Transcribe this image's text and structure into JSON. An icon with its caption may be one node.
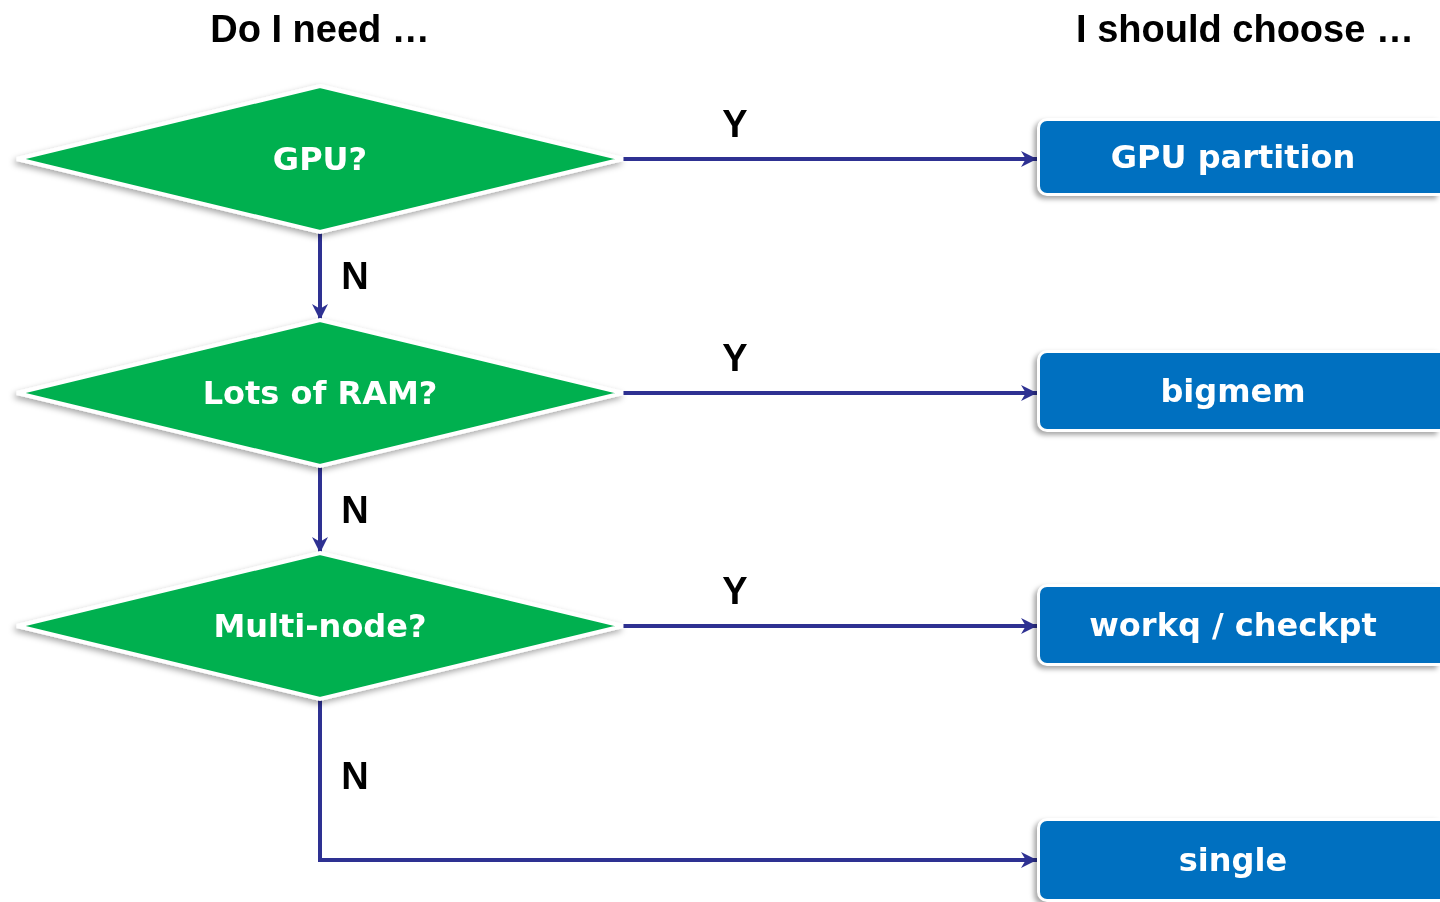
{
  "diagram": {
    "nodes": [
      {
        "text": [
          "GPU?"
        ]
      },
      {
        "text": [
          "Lots of RAM?"
        ]
      },
      {
        "text": [
          "Multi-node?"
        ]
      },
      {
        "text": [
          "GPU partition"
        ]
      },
      {
        "text": [
          "bigmem"
        ]
      },
      {
        "text": [
          "workq / checkpt"
        ]
      },
      {
        "text": [
          "single"
        ]
      }
    ],
    "edges": [
      {
        "from": 0,
        "to": 3,
        "arrow": "to",
        "label": "Y"
      },
      {
        "from": 0,
        "to": 1,
        "arrow": "to",
        "label": "N"
      },
      {
        "from": 1,
        "to": 4,
        "arrow": "to",
        "label": "Y"
      },
      {
        "from": 1,
        "to": 2,
        "arrow": "to",
        "label": "N"
      },
      {
        "from": 2,
        "to": 5,
        "arrow": "to",
        "label": "Y"
      },
      {
        "from": 2,
        "to": 6,
        "arrow": "to",
        "label": "N"
      }
    ],
    "labels": [
      "Do I need …",
      "I should choose …"
    ]
  }
}
